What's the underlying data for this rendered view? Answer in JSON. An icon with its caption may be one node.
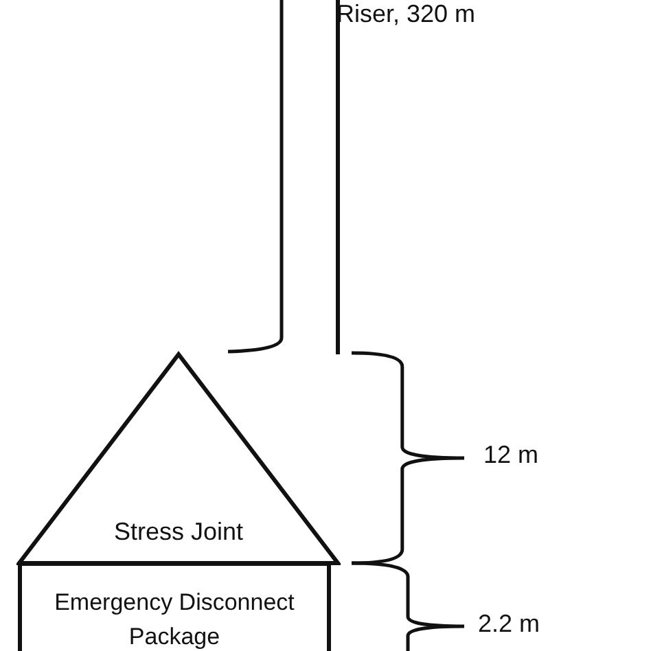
{
  "diagram": {
    "nodes": [
      {
        "text": [
          "Stress Joint"
        ]
      },
      {
        "text": [
          "Emergency Disconnect Package"
        ]
      }
    ],
    "labels": [
      "Riser, 320 m",
      "12 m",
      "2.2 m"
    ]
  }
}
